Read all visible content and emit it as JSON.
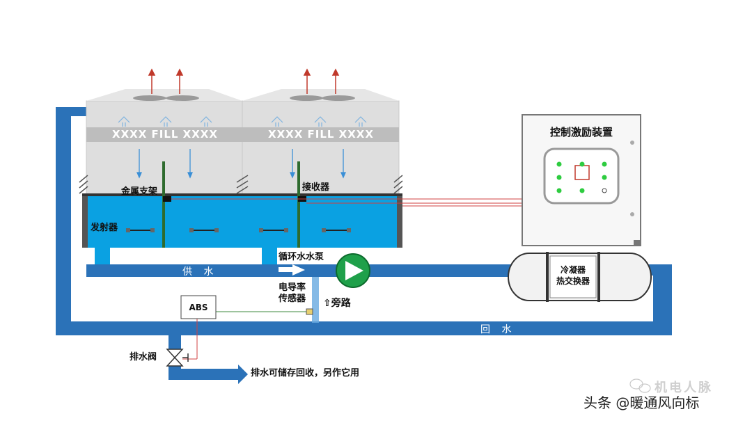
{
  "tower": {
    "fill_label": "XXXX FILL XXXX",
    "bracket_label": "金属支架",
    "receiver_label": "接收器",
    "transmitter_label": "发射器"
  },
  "control_device": {
    "title": "控制激励装置"
  },
  "pump": {
    "label": "循环水水泵"
  },
  "condenser": {
    "label_line1": "冷凝器",
    "label_line2": "热交换器"
  },
  "pipes": {
    "supply_label": "供 水",
    "return_label": "回 水"
  },
  "sensor": {
    "label_line1": "电导率",
    "label_line2": "传感器"
  },
  "bypass": {
    "label": "⇧旁路"
  },
  "abs": {
    "label": "ABS"
  },
  "drain": {
    "valve_label": "排水阀",
    "note": "排水可储存回收，另作它用"
  },
  "watermark": {
    "faded": "机电人脉",
    "credit": "头条 @暖通风向标"
  },
  "colors": {
    "pipe": "#2b72b8",
    "water": "#00a2e8",
    "pump": "#1fa04a",
    "tower_gray": "#dcdcdc"
  }
}
